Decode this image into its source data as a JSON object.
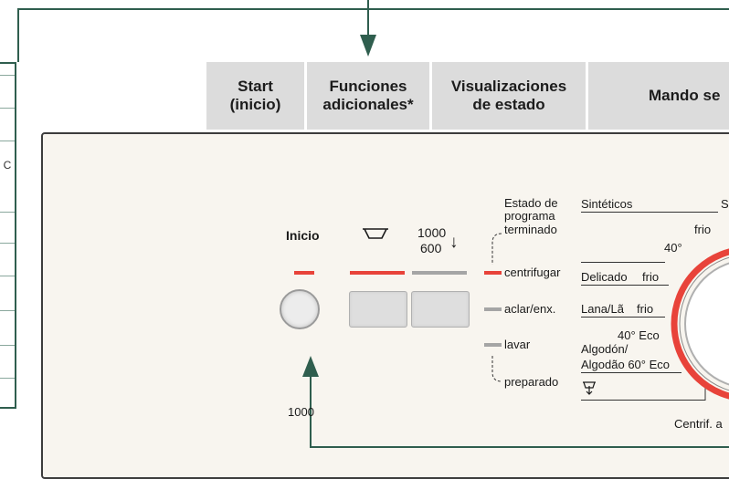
{
  "colors": {
    "frame_green": "#2f5e4e",
    "header_grey": "#dcdcdc",
    "panel_bg": "#f8f5ef",
    "active_red": "#e8433a",
    "inactive_grey": "#a5a5a5"
  },
  "headers": [
    {
      "label": "Start\n(inicio)"
    },
    {
      "label": "Funciones\nadicionales*"
    },
    {
      "label": "Visualizaciones\nde estado"
    },
    {
      "label": "Mando se"
    }
  ],
  "left_table": {
    "letter": "C"
  },
  "panel": {
    "start_label": "Inicio",
    "speed_label_top": "1000",
    "speed_label_bottom": "600",
    "spin_arrow": "↓",
    "status": {
      "title_1": "Estado de",
      "title_2": "programa",
      "finished": "terminado",
      "spin": "centrifugar",
      "rinse": "aclar/enx.",
      "wash": "lavar",
      "ready": "preparado"
    },
    "programs": {
      "synthetics": "Sintéticos",
      "s_partial": "S",
      "cold_1": "frio",
      "deg40": "40°",
      "delicate": "Delicado",
      "cold_2": "frio",
      "wool": "Lana/Lã",
      "cold_3": "frio",
      "eco40": "40° Eco",
      "cotton": "Algodón/",
      "cotton_eco": "Algodão 60° Eco",
      "spin_partial": "Centrif. a"
    }
  },
  "annotation": {
    "number": "1000"
  }
}
